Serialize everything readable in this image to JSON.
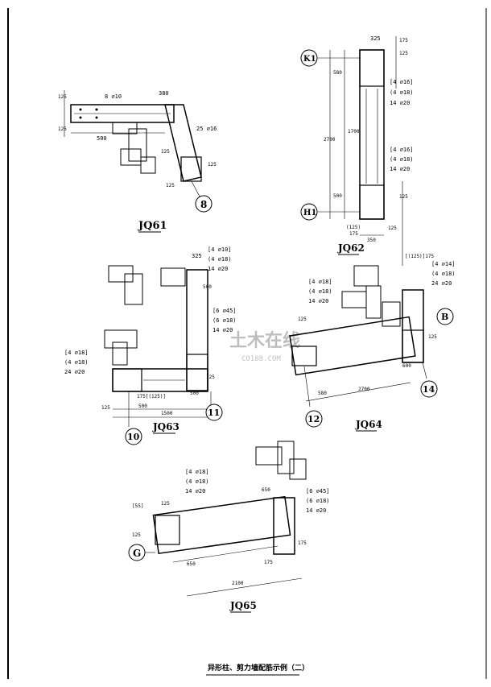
{
  "drawing": {
    "title": "异形柱、剪力墙配筋示例（二）",
    "watermark_text": "土木在线",
    "watermark_sub": "CO188.COM"
  },
  "jq61": {
    "label": "JQ61",
    "axis": "8",
    "notes": [
      "8 ⌀10",
      "380",
      "25 ⌀16",
      "125",
      "125",
      "500",
      "125",
      "125",
      "125"
    ]
  },
  "jq62": {
    "label": "JQ62",
    "axes": [
      "K1",
      "H1"
    ],
    "notes": [
      "325",
      "175",
      "125",
      "580",
      "1700",
      "2700",
      "500",
      "[4 ⌀16]",
      "(4 ⌀18)",
      "14 ⌀20",
      "[4 ⌀16]",
      "(4 ⌀18)",
      "14 ⌀20",
      "125",
      "(125)",
      "175",
      "350",
      "125",
      "[(125)]175"
    ]
  },
  "jq63": {
    "label": "JQ63",
    "axes": [
      "10",
      "11"
    ],
    "notes": [
      "325",
      "[4 ⌀10]",
      "(4 ⌀18)",
      "14 ⌀20",
      "500",
      "[6 ⌀45]",
      "(6 ⌀18)",
      "14 ⌀20",
      "[4 ⌀18]",
      "(4 ⌀18)",
      "24 ⌀20",
      "125",
      "175[(125)]",
      "500",
      "1500",
      "500",
      "125"
    ]
  },
  "jq64": {
    "label": "JQ64",
    "axes": [
      "12",
      "14",
      "B"
    ],
    "notes": [
      "[4 ⌀18]",
      "(4 ⌀18)",
      "14 ⌀20",
      "125",
      "[4 ⌀14]",
      "(4 ⌀18)",
      "24 ⌀20",
      "580",
      "2700",
      "600",
      "125"
    ]
  },
  "jq65": {
    "label": "JQ65",
    "axis": "G",
    "notes": [
      "[4 ⌀18]",
      "(4 ⌀18)",
      "14 ⌀20",
      "650",
      "[6 ⌀45]",
      "(6 ⌀18)",
      "14 ⌀20",
      "125",
      "[55]",
      "125",
      "650",
      "175",
      "2100",
      "175"
    ]
  }
}
